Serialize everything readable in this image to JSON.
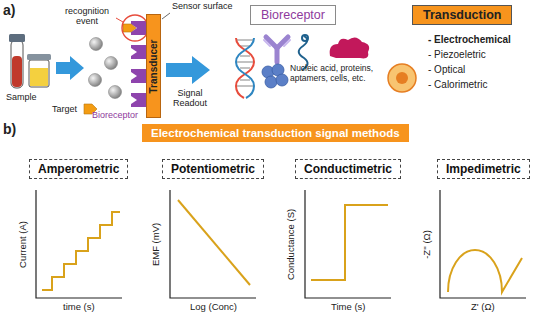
{
  "diagram": {
    "nodes": [
      {
        "text": [
          "Transducer"
        ]
      },
      {
        "text": [
          "Bioreceptor"
        ]
      },
      {
        "text": [
          "Transduction"
        ]
      },
      {
        "text": [
          "Electrochemical transduction signal methods"
        ]
      },
      {
        "text": [
          "Amperometric"
        ]
      },
      {
        "text": [
          "Potentiometric"
        ]
      },
      {
        "text": [
          "Conductimetric"
        ]
      },
      {
        "text": [
          "Impedimetric"
        ]
      }
    ],
    "labels": [
      "a)",
      "recognition event",
      "Sensor surface",
      "Sample",
      "Target",
      "Bioreceptor",
      "Signal Readout",
      "Nucleic acid, proteins, aptamers, cells, etc.",
      "- Electrochemical",
      "- Piezoeletric",
      "- Optical",
      "- Calorimetric",
      "b)",
      "Current (A)",
      "time (s)",
      "EMF (mV)",
      "Log (Conc)",
      "Conductance (S)",
      "Time (s)",
      "-Z'' (Ω)",
      "Z' (Ω)"
    ]
  }
}
